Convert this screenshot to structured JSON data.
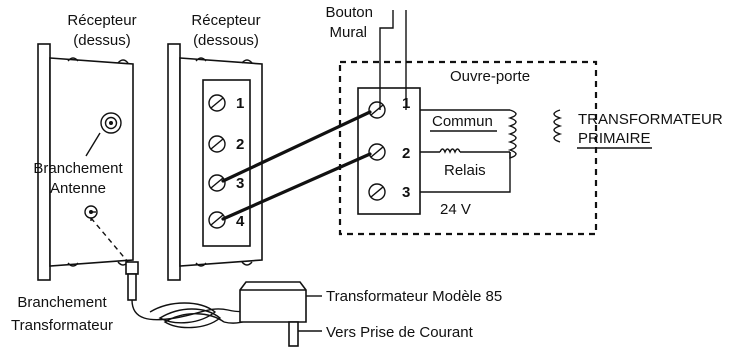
{
  "labels": {
    "receiver_top_1": "Récepteur",
    "receiver_top_2": "(dessus)",
    "receiver_bottom_1": "Récepteur",
    "receiver_bottom_2": "(dessous)",
    "wall_button_1": "Bouton",
    "wall_button_2": "Mural",
    "opener": "Ouvre-porte",
    "common": "Commun",
    "relay": "Relais",
    "voltage": "24 V",
    "primary_1": "TRANSFORMATEUR",
    "primary_2": "PRIMAIRE",
    "antenna_1": "Branchement",
    "antenna_2": "Antenne",
    "transformer_conn_1": "Branchement",
    "transformer_conn_2": "Transformateur",
    "transformer_model": "Transformateur Modèle 85",
    "outlet": "Vers Prise de Courant"
  },
  "receiver_terminals": [
    "1",
    "2",
    "3",
    "4"
  ],
  "opener_terminals": [
    "1",
    "2",
    "3"
  ]
}
